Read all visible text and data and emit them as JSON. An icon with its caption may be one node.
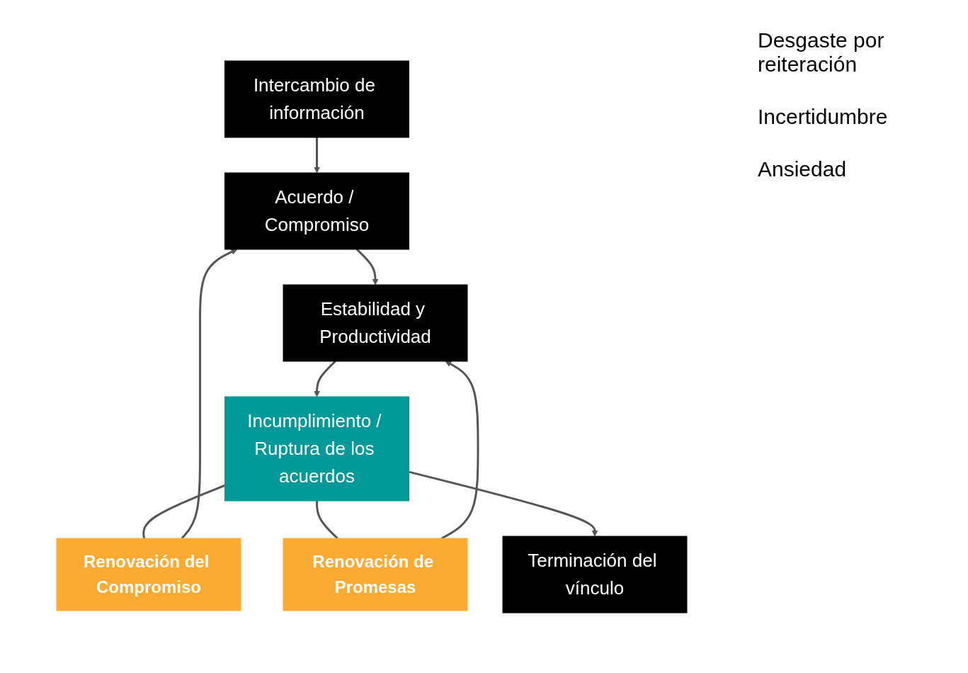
{
  "diagram": {
    "nodes": [
      {
        "text": [
          "Terminación del vínculo"
        ]
      },
      {
        "text": [
          "Intercambio de información"
        ]
      },
      {
        "text": [
          "Acuerdo / Compromiso"
        ]
      },
      {
        "text": [
          "Estabilidad y Productividad"
        ]
      },
      {
        "text": [
          "Incumplimiento / Ruptura de los acuerdos"
        ]
      },
      {
        "text": [
          "Renovación del Compromiso"
        ]
      },
      {
        "text": [
          "Renovación de Promesas"
        ]
      }
    ],
    "edges": [
      {
        "from": 1,
        "to": 2,
        "arrow": "to"
      },
      {
        "from": 2,
        "to": 3,
        "arrow": "to"
      },
      {
        "from": 3,
        "to": 4,
        "arrow": "to"
      },
      {
        "from": 4,
        "to": 5,
        "arrow": "none"
      },
      {
        "from": 5,
        "to": 2,
        "arrow": "to"
      },
      {
        "from": 4,
        "to": 6,
        "arrow": "none"
      },
      {
        "from": 6,
        "to": 3,
        "arrow": "to"
      },
      {
        "from": 4,
        "to": 0,
        "arrow": "to"
      }
    ],
    "labels": [
      "Desgaste por reiteración",
      "Incertidumbre",
      "Ansiedad"
    ]
  }
}
